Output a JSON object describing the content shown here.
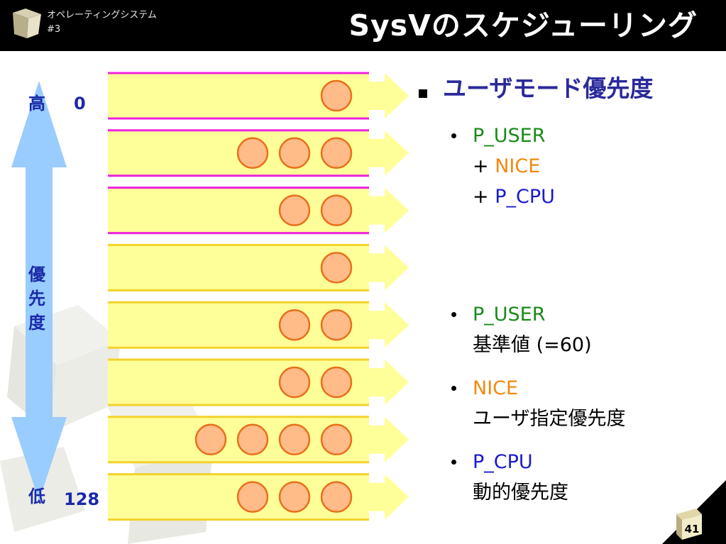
{
  "header": {
    "course": "オペレーティングシステム",
    "lecture": "#3",
    "title": "SysVのスケジューリング"
  },
  "priority_axis": {
    "high_label": "高",
    "high_value": "0",
    "low_label": "低",
    "low_value": "128",
    "axis_label": "優先度"
  },
  "queues": [
    {
      "processes": 1,
      "user_mode": true
    },
    {
      "processes": 3,
      "user_mode": true
    },
    {
      "processes": 2,
      "user_mode": true
    },
    {
      "processes": 1,
      "user_mode": false
    },
    {
      "processes": 2,
      "user_mode": false
    },
    {
      "processes": 2,
      "user_mode": false
    },
    {
      "processes": 4,
      "user_mode": false
    },
    {
      "processes": 3,
      "user_mode": false
    }
  ],
  "colors": {
    "queue_fill": "#ffff99",
    "queue_border_user": "#ee22dd",
    "queue_border_kernel": "#f2d22a",
    "process_fill": "#ffbb88",
    "process_border": "#e8701a",
    "axis_arrow": "#99ccff"
  },
  "content": {
    "heading": "ユーザモード優先度",
    "formula": {
      "p_user": "P_USER",
      "plus_nice": "+ ",
      "nice": "NICE",
      "plus_pcpu": "+ ",
      "p_cpu": "P_CPU"
    },
    "defs": [
      {
        "term": "P_USER",
        "desc": "基準値 (=60)"
      },
      {
        "term": "NICE",
        "desc": "ユーザ指定優先度"
      },
      {
        "term": "P_CPU",
        "desc": "動的優先度"
      }
    ]
  },
  "page_number": "41"
}
